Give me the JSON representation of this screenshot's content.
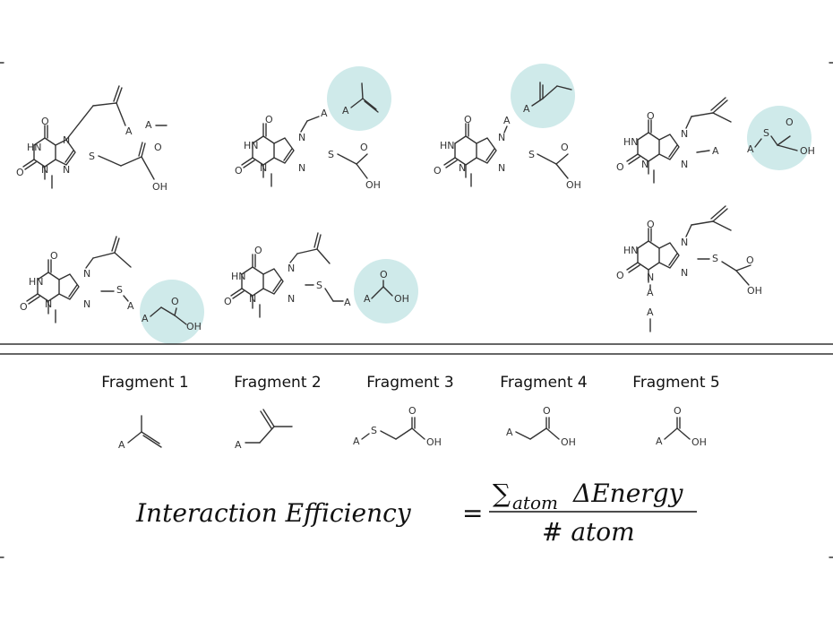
{
  "colors": {
    "highlight": "#cfeaea",
    "line": "#333333",
    "text": "#111111"
  },
  "atoms": {
    "N": "N",
    "HN": "HN",
    "O": "O",
    "S": "S",
    "OH": "OH",
    "A": "A"
  },
  "fragments": [
    {
      "label": "Fragment 1"
    },
    {
      "label": "Fragment 2"
    },
    {
      "label": "Fragment 3"
    },
    {
      "label": "Fragment 4"
    },
    {
      "label": "Fragment 5"
    }
  ],
  "equation": {
    "lhs": "Interaction Efficiency",
    "equals": "=",
    "sum": "∑",
    "sub": "atom",
    "delta": "ΔEnergy",
    "denominator": "# atom"
  }
}
